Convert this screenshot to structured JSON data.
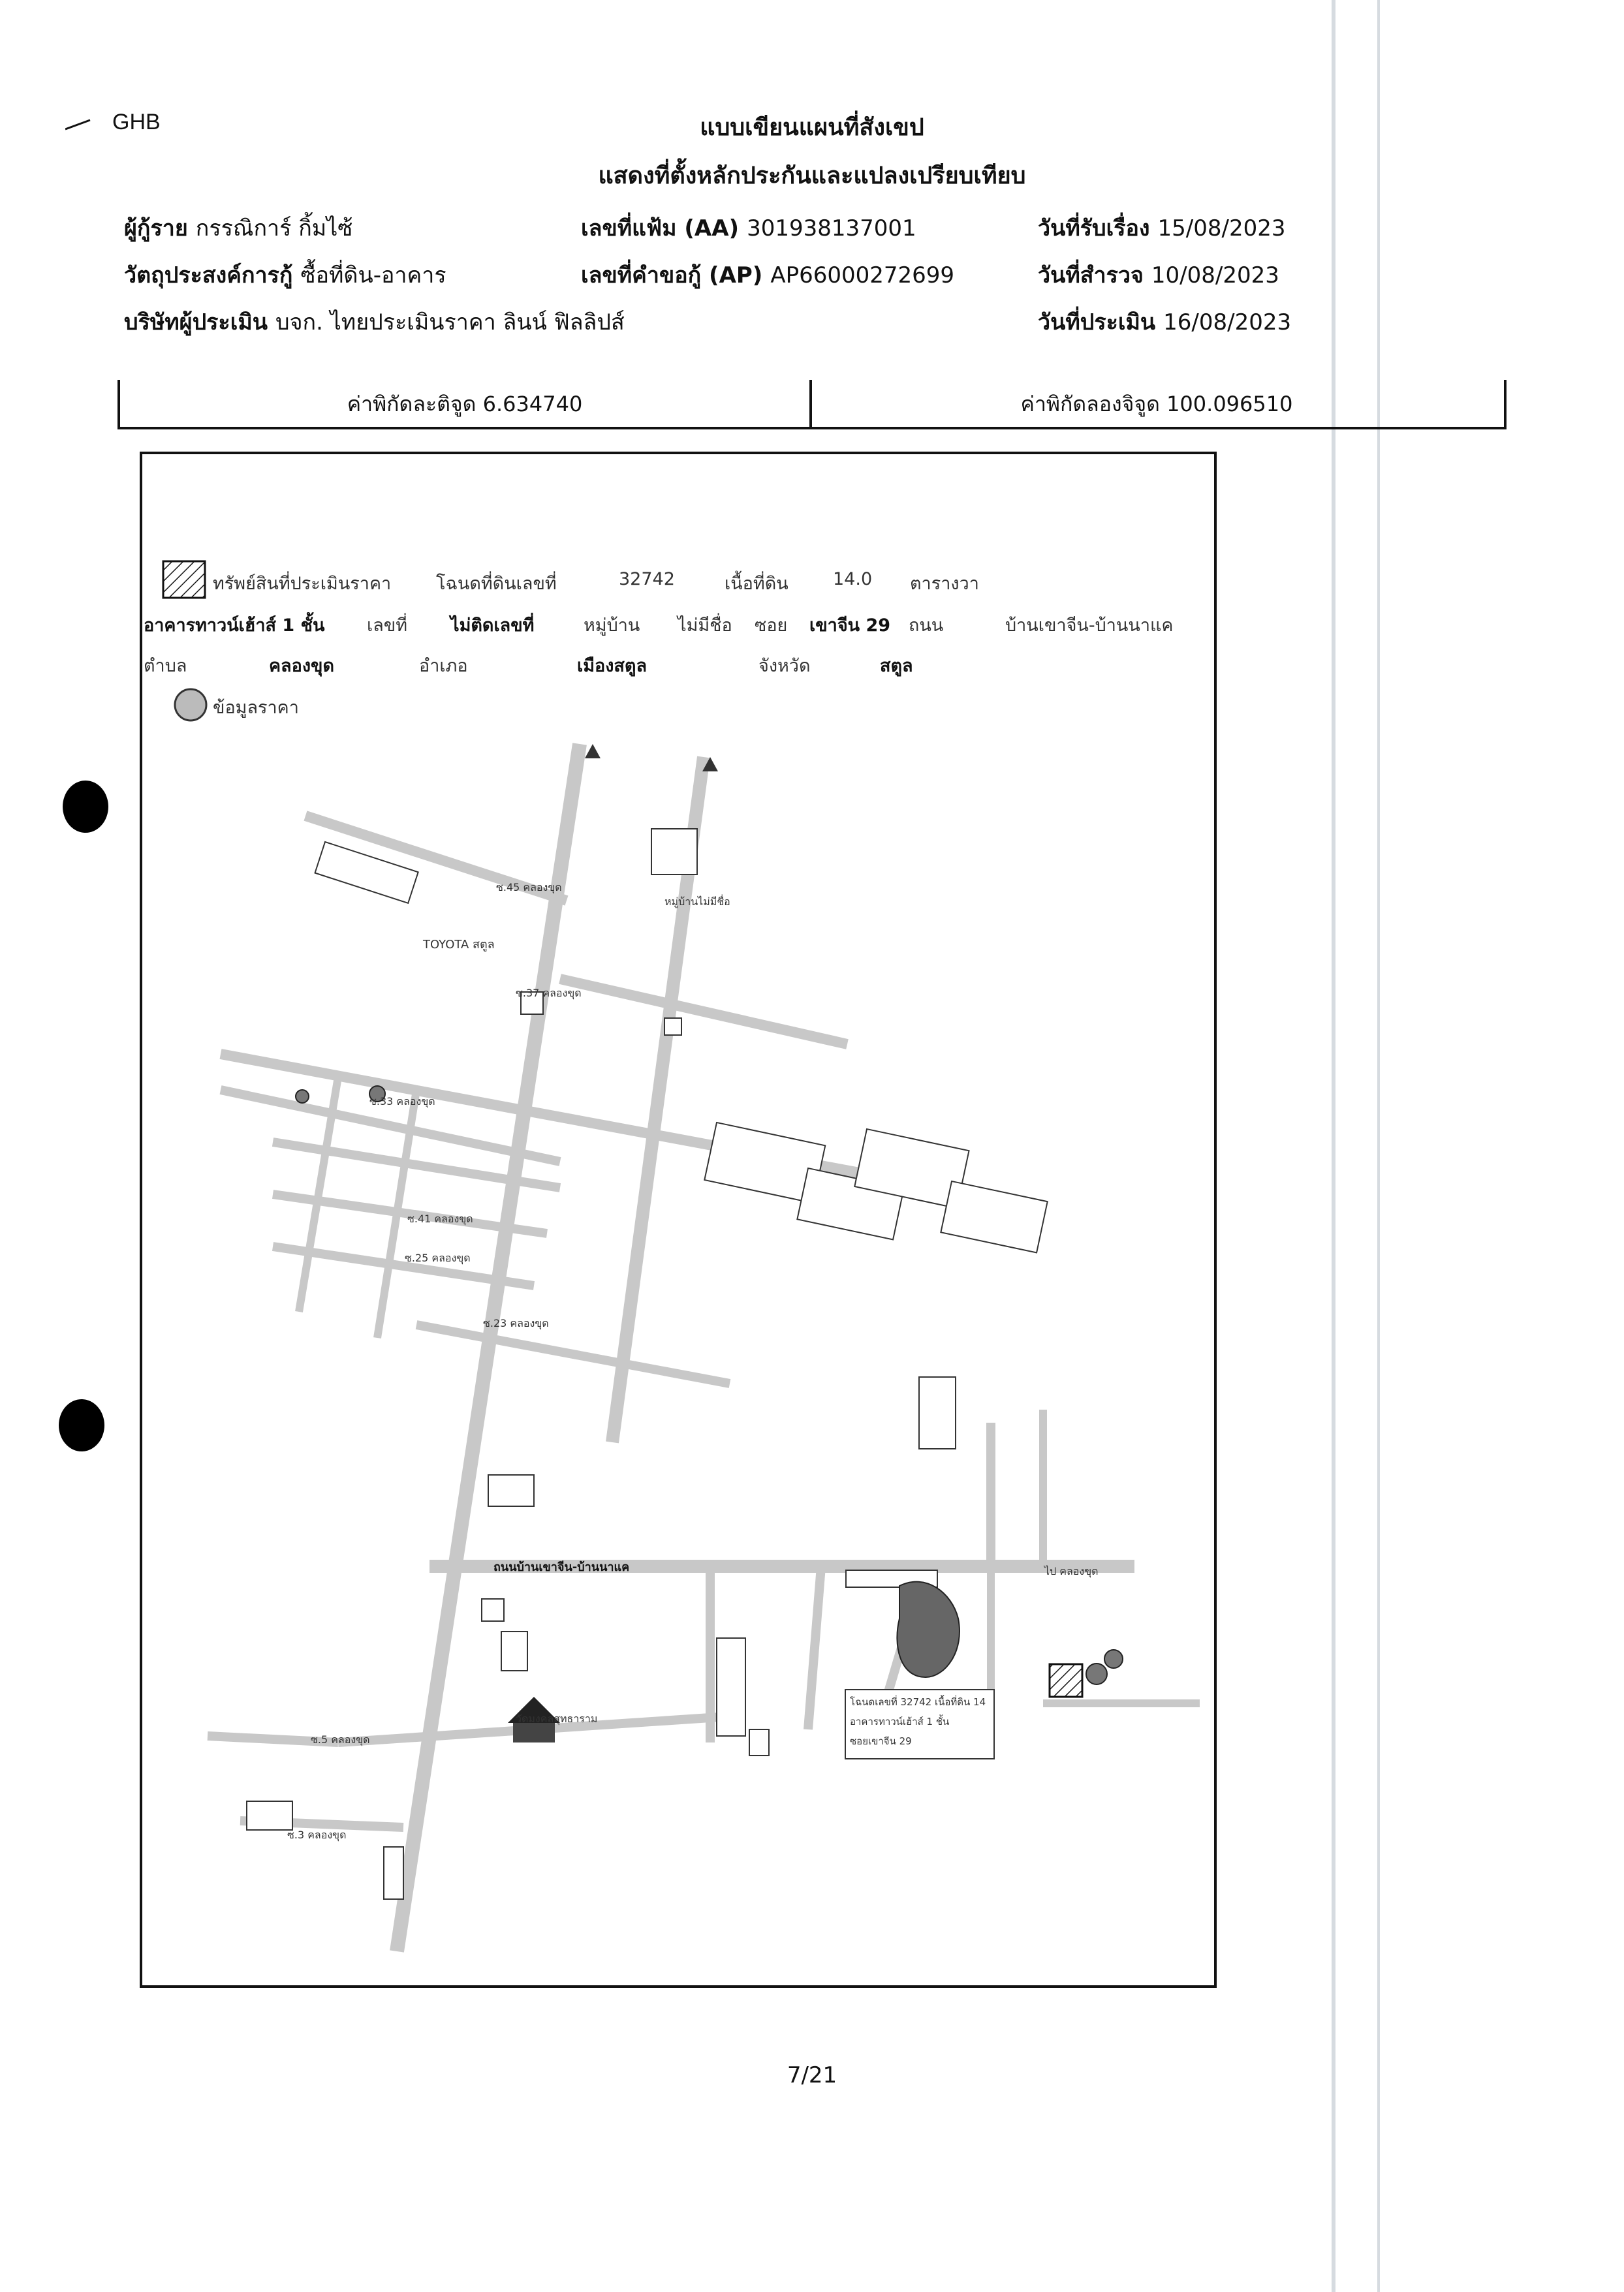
{
  "header": {
    "logo": "GHB",
    "title_line1": "แบบเขียนแผนที่สังเขป",
    "title_line2": "แสดงที่ตั้งหลักประกันและแปลงเปรียบเทียบ"
  },
  "info": {
    "borrower_label": "ผู้กู้ราย",
    "borrower_value": "กรรณิการ์ กิ้มไซ้",
    "purpose_label": "วัตถุประสงค์การกู้",
    "purpose_value": "ซื้อที่ดิน-อาคาร",
    "appraiser_label": "บริษัทผู้ประเมิน",
    "appraiser_value": "บจก. ไทยประเมินราคา ลินน์ ฟิลลิปส์",
    "file_no_label": "เลขที่แฟ้ม (AA)",
    "file_no_value": "301938137001",
    "request_no_label": "เลขที่คำขอกู้ (AP)",
    "request_no_value": "AP66000272699",
    "received_label": "วันที่รับเรื่อง",
    "received_value": "15/08/2023",
    "survey_label": "วันที่สำรวจ",
    "survey_value": "10/08/2023",
    "appraisal_label": "วันที่ประเมิน",
    "appraisal_value": "16/08/2023"
  },
  "coordinates": {
    "lat_label": "ค่าพิกัดละติจูด",
    "lat_value": "6.634740",
    "lon_label": "ค่าพิกัดลองจิจูด",
    "lon_value": "100.096510"
  },
  "legend": {
    "asset_label": "ทรัพย์สินที่ประเมินราคา",
    "deed_label": "โฉนดที่ดินเลขที่",
    "deed_value": "32742",
    "area_label": "เนื้อที่ดิน",
    "area_value": "14.0",
    "area_unit": "ตารางวา",
    "building_type": "อาคารทาวน์เฮ้าส์ 1 ชั้น",
    "house_no_label": "เลขที่",
    "house_no_value": "ไม่ติดเลขที่",
    "village_label": "หมู่บ้าน",
    "village_value": "ไม่มีชื่อ",
    "soi_label": "ซอย",
    "soi_value": "เขาจีน 29",
    "road_label": "ถนน",
    "road_value": "บ้านเขาจีน-บ้านนาแค",
    "subdistrict_label": "ตำบล",
    "subdistrict_value": "คลองขุด",
    "district_label": "อำเภอ",
    "district_value": "เมืองสตูล",
    "province_label": "จังหวัด",
    "province_value": "สตูล",
    "price_info_label": "ข้อมูลราคา"
  },
  "map_labels": {
    "car_dealer": "TOYOTA สตูล",
    "main_road": "ถนนบ้านเขาจีน-บ้านนาแค",
    "subject_box_line1": "โฉนดเลขที่ 32742 เนื้อที่ดิน 14",
    "subject_box_line2": "อาคารทาวน์เฮ้าส์ 1 ชั้น",
    "subject_box_line3": "ซอยเขาจีน 29",
    "village_no_name": "หมู่บ้านไม่มีชื่อ",
    "temple": "วัดมงคลสุทธาราม",
    "soi_5": "ซ.5 คลองขุด",
    "soi_3": "ซ.3 คลองขุด",
    "soi_37": "ซ.37 คลองขุด",
    "soi_33": "ซ.33 คลองขุด",
    "soi_25": "ซ.25 คลองขุด",
    "soi_23": "ซ.23 คลองขุด",
    "soi_41": "ซ.41 คลองขุด",
    "soi_45": "ซ.45 คลองขุด",
    "to_khlong_khut": "ไป คลองขุด"
  },
  "footer": {
    "page": "7/21"
  }
}
